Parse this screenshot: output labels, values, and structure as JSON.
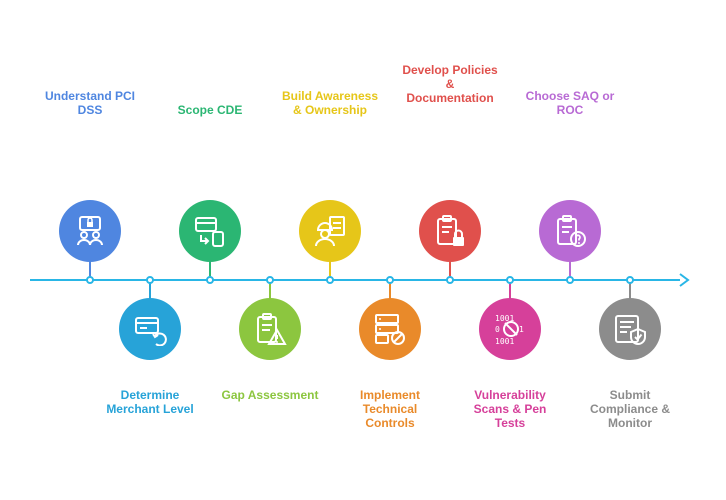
{
  "line_color": "#29b6e6",
  "steps": [
    {
      "label": "Understand PCI\nDSS",
      "color": "#4f86e0",
      "icon": "user-security-icon",
      "position": "above"
    },
    {
      "label": "Determine\nMerchant Level",
      "color": "#27a3d8",
      "icon": "card-refresh-icon",
      "position": "below"
    },
    {
      "label": "Scope CDE",
      "color": "#2bb673",
      "icon": "card-to-phone-icon",
      "position": "above"
    },
    {
      "label": "Gap Assessment",
      "color": "#8cc63f",
      "icon": "clipboard-warning-icon",
      "position": "below"
    },
    {
      "label": "Build Awareness\n& Ownership",
      "color": "#e6c619",
      "icon": "worker-document-icon",
      "position": "above"
    },
    {
      "label": "Implement\nTechnical\nControls",
      "color": "#e98a2a",
      "icon": "server-block-icon",
      "position": "below"
    },
    {
      "label": "Develop Policies\n&\nDocumentation",
      "color": "#e0504c",
      "icon": "clipboard-lock-icon",
      "position": "above"
    },
    {
      "label": "Vulnerability\nScans & Pen\nTests",
      "color": "#d6409a",
      "icon": "binary-bug-icon",
      "position": "below"
    },
    {
      "label": "Choose SAQ or\nROC",
      "color": "#b86ad4",
      "icon": "clipboard-question-icon",
      "position": "above"
    },
    {
      "label": "Submit\nCompliance &\nMonitor",
      "color": "#8c8c8c",
      "icon": "document-shield-icon",
      "position": "below"
    }
  ]
}
